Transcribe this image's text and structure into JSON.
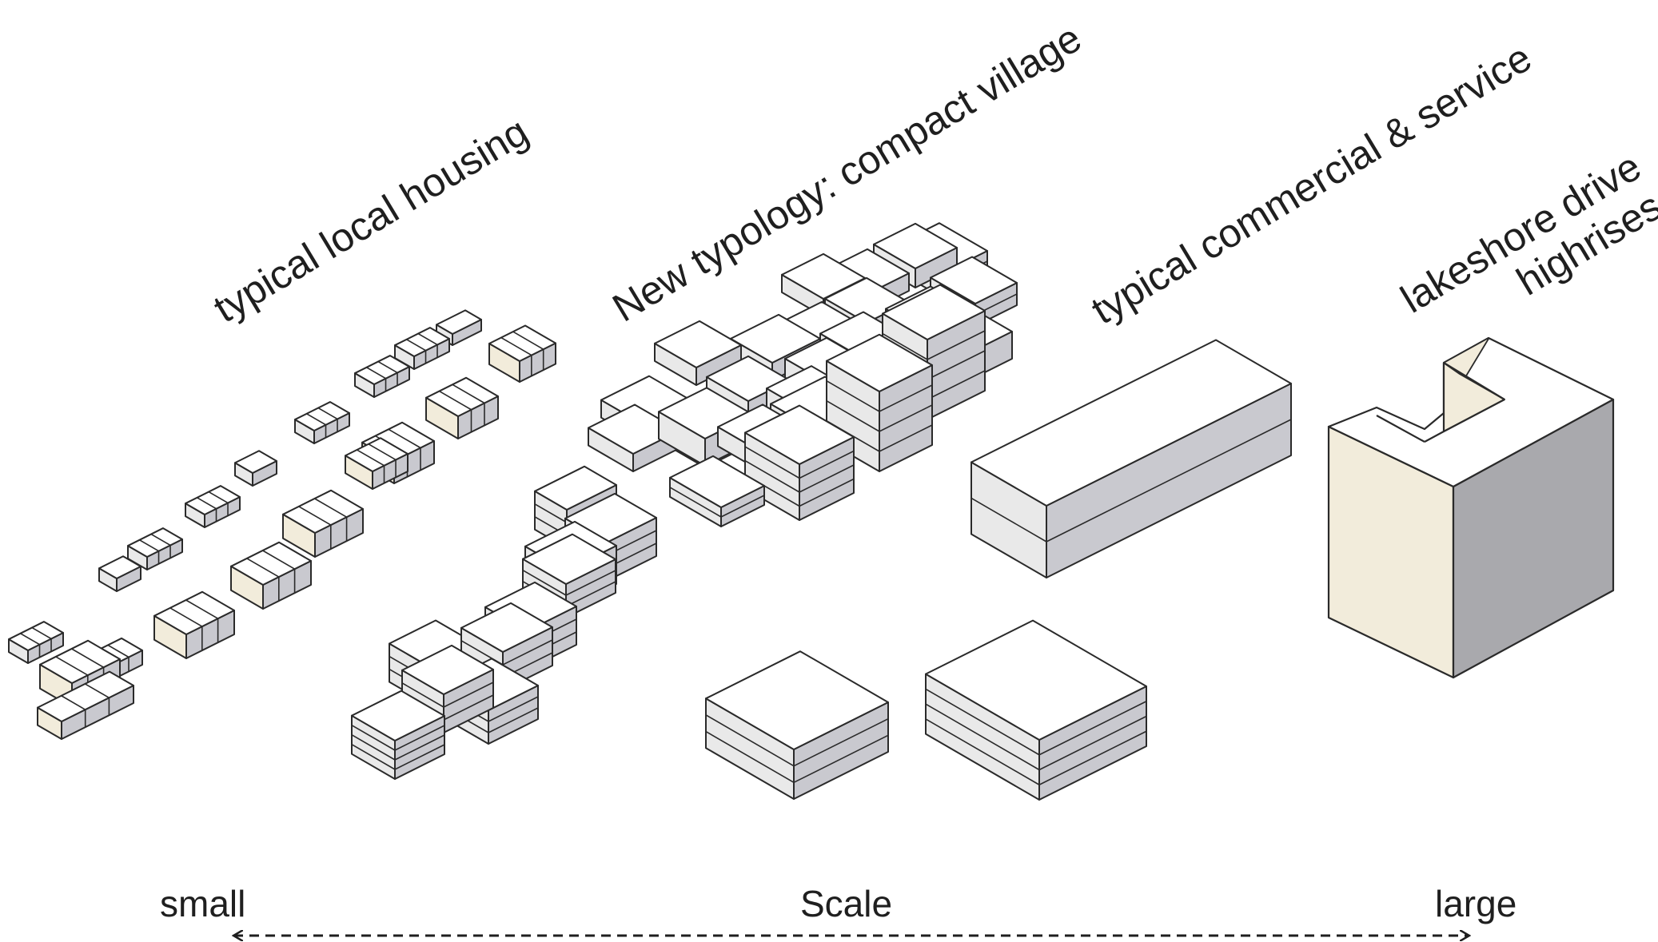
{
  "groups": {
    "local": "typical local housing",
    "village": "New typology: compact village",
    "commercial": "typical commercial & service",
    "highrise_1": "lakeshore drive",
    "highrise_2": "highrises"
  },
  "scale": {
    "small": "small",
    "title": "Scale",
    "large": "large"
  },
  "colors": {
    "top": "#ffffff",
    "left_face": "#e9e9e9",
    "right_face": "#c9c9cf",
    "cream": "#f2ecdb",
    "highrise_right": "#a9a9ad",
    "stroke": "#2a2a2a"
  }
}
